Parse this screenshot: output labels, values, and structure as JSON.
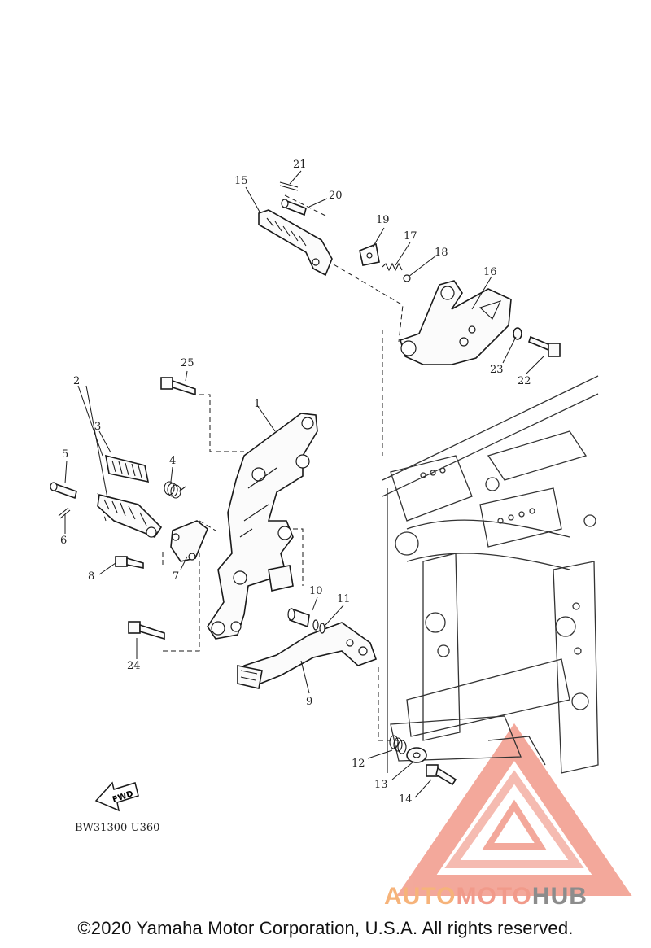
{
  "diagram": {
    "code": "BW31300-U360",
    "fwd_label": "FWD",
    "callouts": [
      "1",
      "2",
      "3",
      "4",
      "5",
      "6",
      "7",
      "8",
      "9",
      "10",
      "11",
      "12",
      "13",
      "14",
      "15",
      "16",
      "17",
      "18",
      "19",
      "20",
      "21",
      "22",
      "23",
      "24",
      "25"
    ]
  },
  "footer": {
    "copyright": "©2020 Yamaha Motor Corporation, U.S.A. All rights reserved."
  },
  "watermark": {
    "brand_part1": "AUTO",
    "brand_part2": "MOTO",
    "brand_part3": "HUB",
    "colors": {
      "orange": "#f6b37a",
      "red": "#f19a8a",
      "grey": "#8c8c8c"
    }
  }
}
